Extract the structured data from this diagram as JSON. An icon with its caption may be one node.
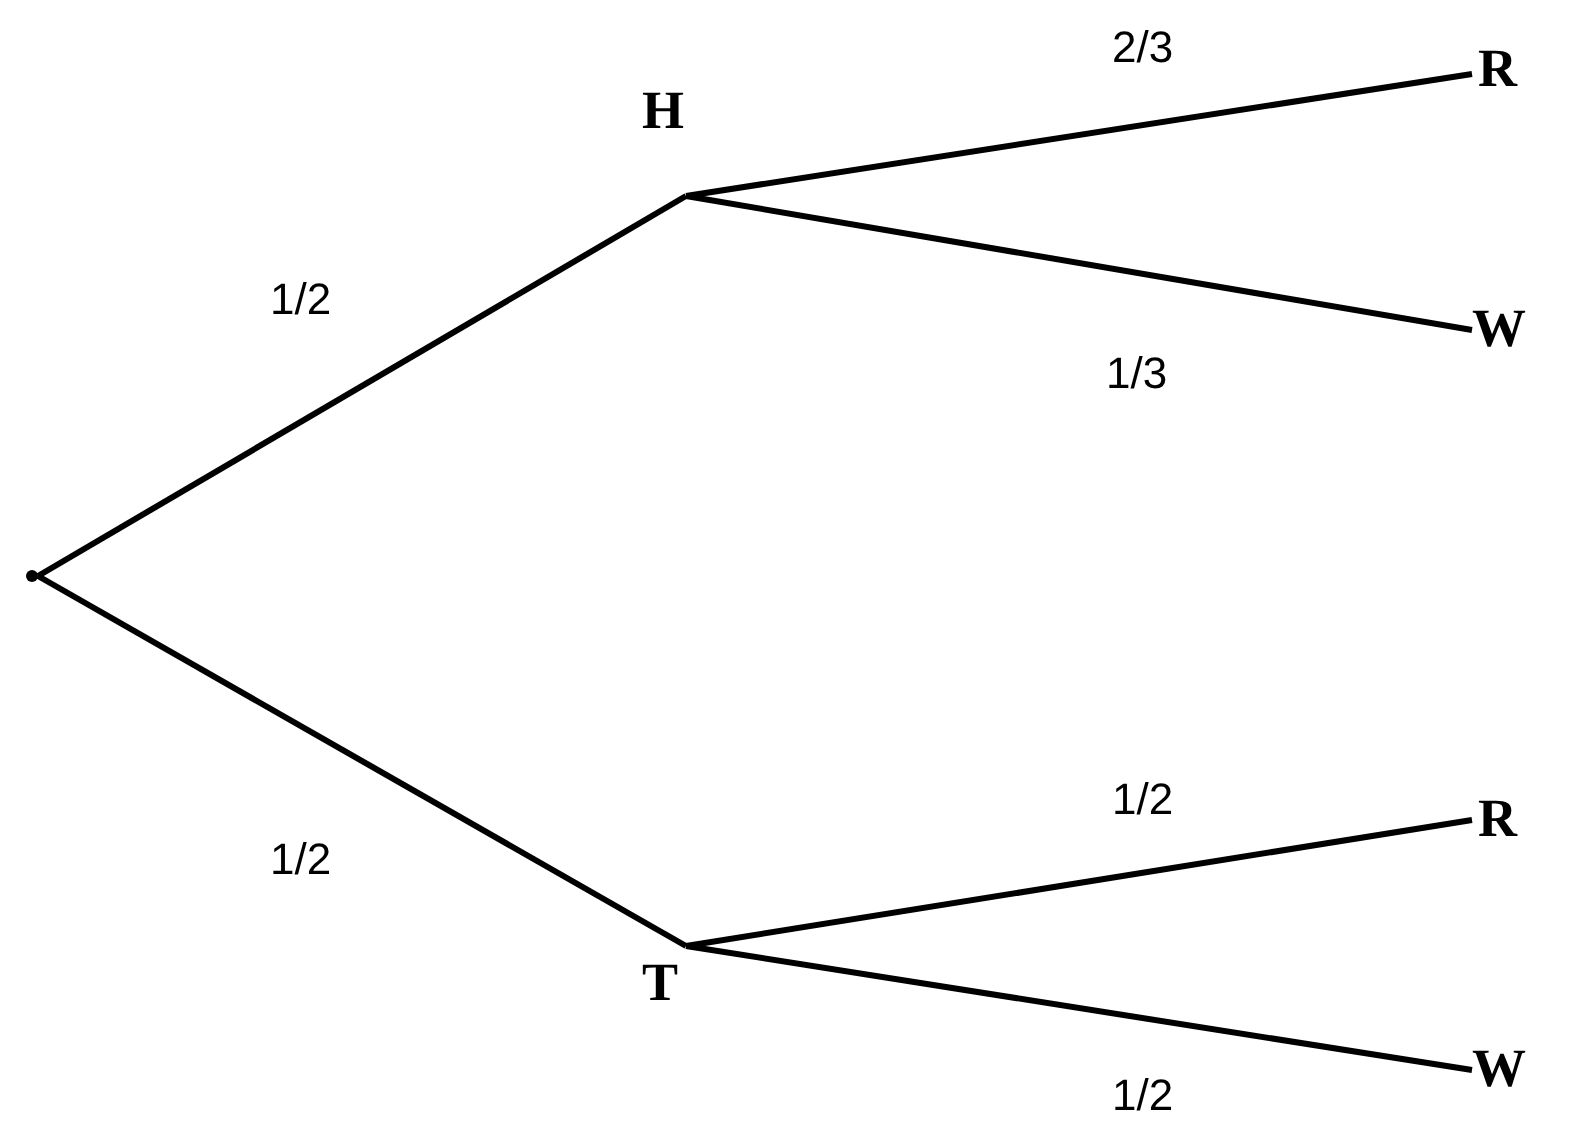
{
  "diagram": {
    "nodes": [
      {
        "text": [],
        "shape": "point"
      },
      {
        "text": [
          "H"
        ]
      },
      {
        "text": [
          "T"
        ]
      },
      {
        "text": [
          "R"
        ]
      },
      {
        "text": [
          "W"
        ]
      },
      {
        "text": [
          "R"
        ]
      },
      {
        "text": [
          "W"
        ]
      }
    ],
    "edges": [
      {
        "from": 0,
        "to": 1,
        "arrow": "none",
        "label": "1/2"
      },
      {
        "from": 0,
        "to": 2,
        "arrow": "none",
        "label": "1/2"
      },
      {
        "from": 1,
        "to": 3,
        "arrow": "none",
        "label": "2/3"
      },
      {
        "from": 1,
        "to": 4,
        "arrow": "none",
        "label": "1/3"
      },
      {
        "from": 2,
        "to": 5,
        "arrow": "none",
        "label": "1/2"
      },
      {
        "from": 2,
        "to": 6,
        "arrow": "none",
        "label": "1/2"
      }
    ]
  }
}
